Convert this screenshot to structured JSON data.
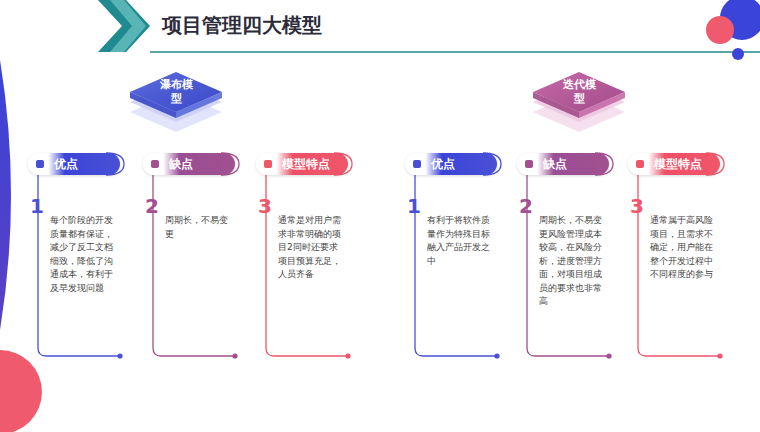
{
  "diagram": {
    "title": "项目管理四大模型",
    "nodes": [
      {
        "text": [
          "瀑布模型"
        ]
      },
      {
        "text": [
          "优点",
          "1",
          "每个阶段的开发质量都有保证，减少了反工文档细致，降低了沟通成本，有利于及早发现问题"
        ]
      },
      {
        "text": [
          "缺点",
          "2",
          "周期长，不易变更"
        ]
      },
      {
        "text": [
          "模型特点",
          "3",
          "通常是对用户需求非常明确的项目2同时还要求项目预算充足，人员齐备"
        ]
      },
      {
        "text": [
          "迭代模型"
        ]
      },
      {
        "text": [
          "优点",
          "1",
          "有利于将软件质量作为特殊目标融入产品开发之中"
        ]
      },
      {
        "text": [
          "缺点",
          "2",
          "周期长，不易变更风险管理成本较高，在风险分析，进度管理方面，对项目组成员的要求也非常高"
        ]
      },
      {
        "text": [
          "模型特点",
          "3",
          "通常属于高风险项目，且需求不确定，用户能在整个开发过程中不同程度的参与"
        ]
      }
    ]
  }
}
